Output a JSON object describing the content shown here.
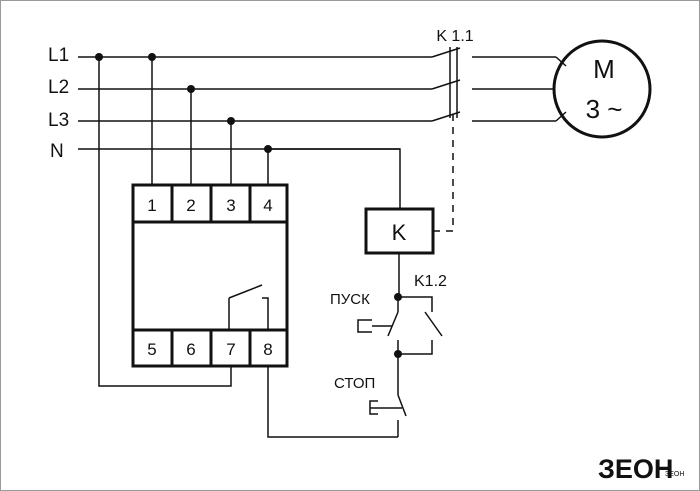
{
  "lines": {
    "l1": "L1",
    "l2": "L2",
    "l3": "L3",
    "n": "N"
  },
  "contactor": {
    "main_contacts_label": "K 1.1",
    "coil_label": "K",
    "aux_contact_label": "K1.2"
  },
  "motor": {
    "label": "M",
    "phase_label": "3 ~"
  },
  "relay": {
    "top_terminals": [
      "1",
      "2",
      "3",
      "4"
    ],
    "bottom_terminals": [
      "5",
      "6",
      "7",
      "8"
    ]
  },
  "buttons": {
    "start_label": "ПУСК",
    "stop_label": "СТОП"
  },
  "logo": {
    "text": "ЗЕОН",
    "small_text": "ЗЕОН"
  }
}
